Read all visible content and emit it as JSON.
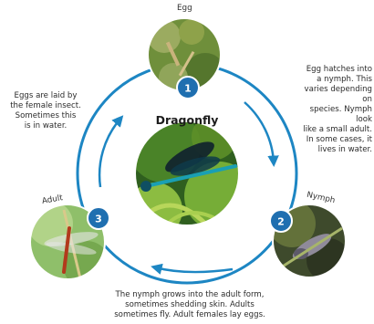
{
  "title": "Dragonfly",
  "stages": {
    "egg": {
      "name": "Egg",
      "number": "1"
    },
    "nymph": {
      "name": "Nymph",
      "number": "2"
    },
    "adult": {
      "name": "Adult",
      "number": "3"
    }
  },
  "descriptions": {
    "egg_laid": [
      "Eggs are laid by",
      "the female insect.",
      "Sometimes this",
      "is in water."
    ],
    "hatch": [
      "Egg hatches into",
      "a nymph. This",
      "varies depending on",
      "species. Nymph look",
      "like a small adult.",
      "In some cases, it",
      "lives in water."
    ],
    "grow": [
      "The nymph grows into the adult form,",
      "sometimes shedding skin. Adults",
      "sometimes fly. Adult females lay eggs."
    ]
  },
  "colors": {
    "cycle": "#1d86c3",
    "badge": "#1f6fb0",
    "badge_text": "#ffffff"
  }
}
